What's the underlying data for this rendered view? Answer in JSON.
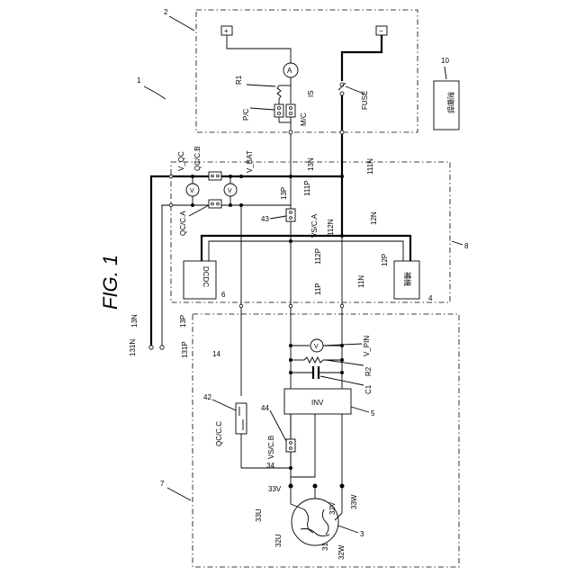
{
  "figure": {
    "title": "FIG. 1"
  },
  "labels": {
    "ref_system": "1",
    "ref_battery_unit": "2",
    "ref_motor": "3",
    "ref_aux": "4",
    "ref_inv": "5",
    "ref_dcdc": "6",
    "ref_pcu": "7",
    "ref_junction": "8",
    "ref_control": "10",
    "ref_13n": "13N",
    "ref_13p": "13P",
    "ref_13p_b": "13P",
    "ref_13n_b": "13N",
    "ref_131n": "131N",
    "ref_131p": "131P",
    "ref_111n": "111N",
    "ref_111p": "111P",
    "ref_112n": "112N",
    "ref_112p": "112P",
    "ref_11n": "11N",
    "ref_11p": "11P",
    "ref_12n": "12N",
    "ref_12p": "12P",
    "ref_14": "14",
    "ref_31": "31",
    "ref_32u": "32U",
    "ref_32v": "32V",
    "ref_32w": "32W",
    "ref_33u": "33U",
    "ref_33v": "33V",
    "ref_33w": "33W",
    "ref_34": "34",
    "ref_42": "42",
    "ref_43": "43",
    "ref_44": "44",
    "r1": "R1",
    "r2": "R2",
    "c1": "C1",
    "is": "IS",
    "pc": "P/C",
    "mc": "M/C",
    "fuse": "FUSE",
    "v_qc": "V_QC",
    "qc_cb": "QC/C.B",
    "v_bat": "V_BAT",
    "qc_ca": "QC/C.A",
    "vs_ca": "VS/C.A",
    "v_pin": "V_PIN",
    "qc_cc": "QC/C.C",
    "vs_cb": "VS/C.B",
    "inv": "INV",
    "dcdc": "DCDC",
    "aux": "補機",
    "control": "制御部",
    "plus": "+",
    "minus": "−",
    "meter_v": "V",
    "meter_a": "A"
  }
}
